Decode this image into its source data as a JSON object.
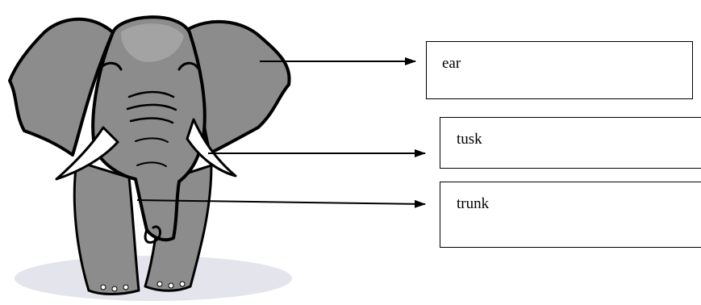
{
  "labels": {
    "ear": "ear",
    "tusk": "tusk",
    "trunk": "trunk"
  },
  "colors": {
    "elephant_body": "#8c8c8c",
    "elephant_light": "#a3a3a3",
    "outline": "#000000",
    "tusk": "#ffffff",
    "ground_shadow": "#e4e4ec"
  }
}
